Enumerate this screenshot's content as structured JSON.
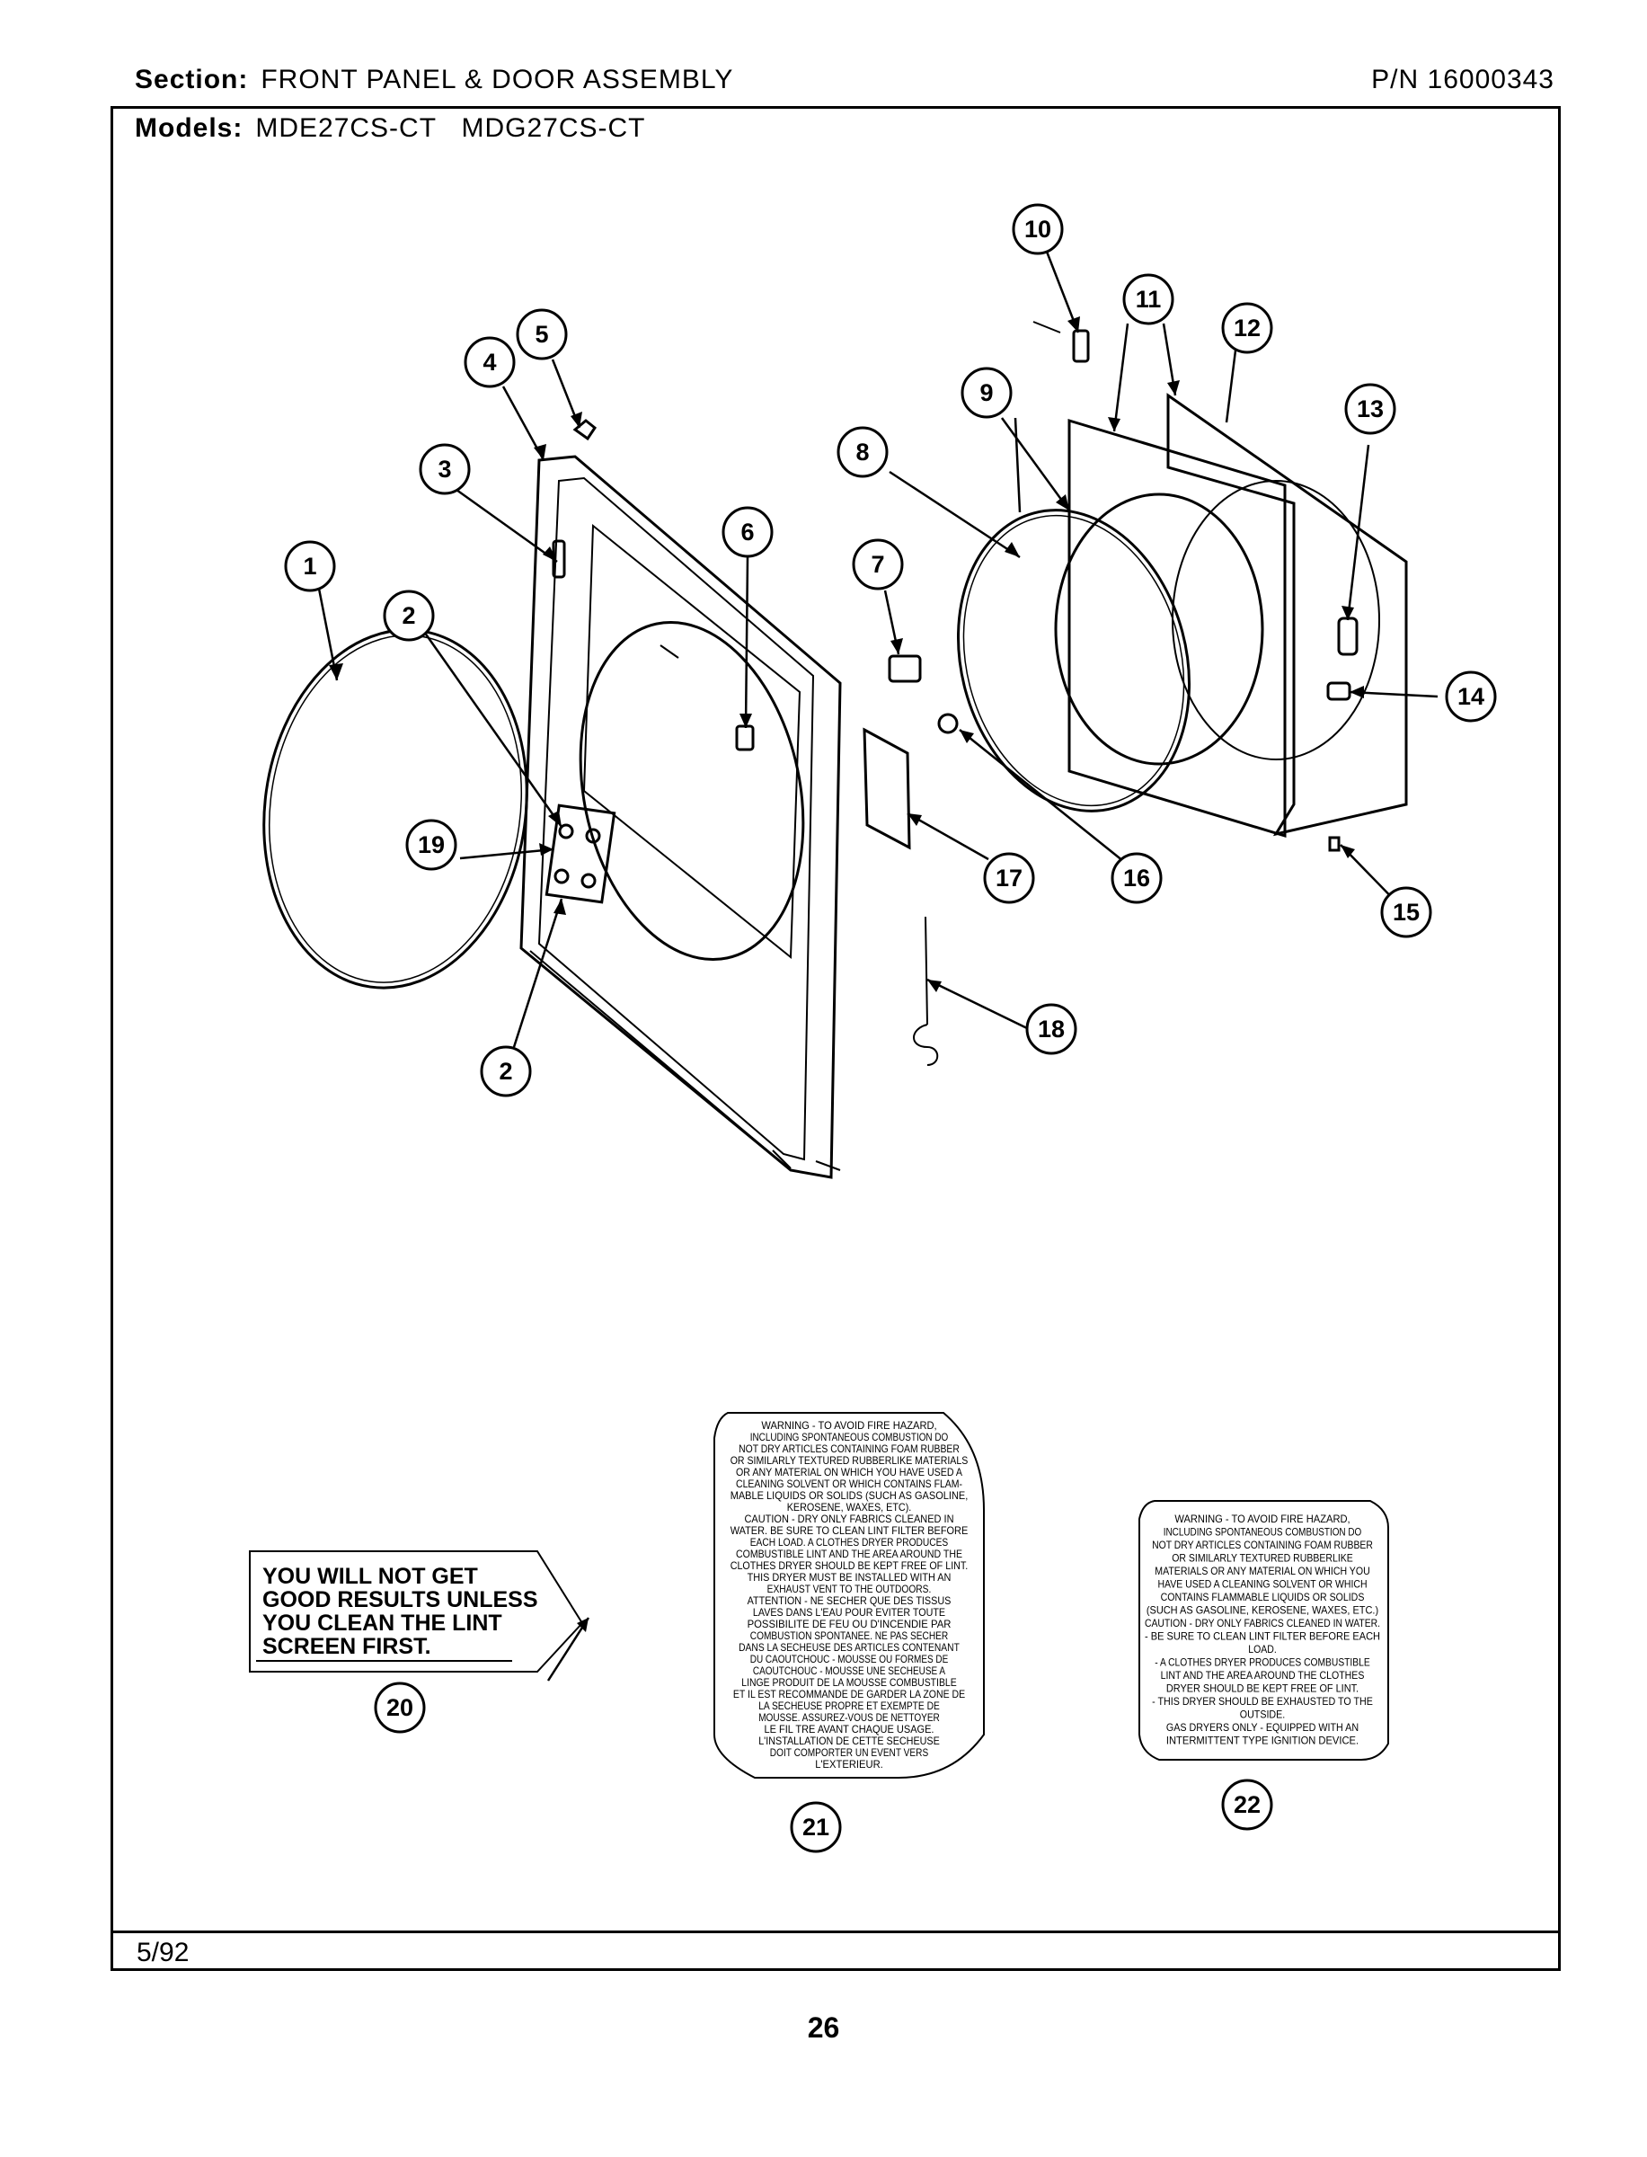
{
  "header": {
    "section_label": "Section:",
    "section_value": "FRONT PANEL & DOOR ASSEMBLY",
    "part_number": "P/N 16000343",
    "models_label": "Models:",
    "models_value": "MDE27CS-CT   MDG27CS-CT"
  },
  "footer": {
    "date": "5/92",
    "page": "26"
  },
  "callouts": [
    "1",
    "2",
    "2",
    "3",
    "4",
    "5",
    "6",
    "7",
    "8",
    "9",
    "10",
    "11",
    "12",
    "13",
    "14",
    "15",
    "16",
    "17",
    "18",
    "19",
    "20",
    "21",
    "22"
  ],
  "label20": {
    "lines": [
      "YOU WILL NOT GET",
      "GOOD RESULTS UNLESS",
      "YOU CLEAN THE LINT",
      "SCREEN FIRST."
    ]
  },
  "label21": {
    "lines": [
      "WARNING - TO AVOID FIRE HAZARD,",
      "INCLUDING SPONTANEOUS COMBUSTION DO",
      "NOT DRY ARTICLES CONTAINING FOAM RUBBER",
      "OR SIMILARLY TEXTURED RUBBERLIKE MATERIALS",
      "OR ANY MATERIAL ON WHICH YOU HAVE USED A",
      "CLEANING SOLVENT OR WHICH CONTAINS FLAM-",
      "MABLE LIQUIDS OR SOLIDS (SUCH AS GASOLINE,",
      "KEROSENE, WAXES, ETC).",
      "CAUTION - DRY ONLY FABRICS CLEANED IN",
      "WATER. BE SURE TO CLEAN LINT FILTER BEFORE",
      "EACH LOAD. A CLOTHES DRYER PRODUCES",
      "COMBUSTIBLE LINT AND THE AREA AROUND THE",
      "CLOTHES DRYER SHOULD BE KEPT FREE OF LINT.",
      "THIS DRYER MUST BE INSTALLED WITH AN",
      "EXHAUST VENT TO THE OUTDOORS.",
      "ATTENTION - NE SECHER QUE DES TISSUS",
      "LAVES DANS L'EAU POUR EVITER TOUTE",
      "POSSIBILITE DE FEU OU D'INCENDIE PAR",
      "COMBUSTION SPONTANEE. NE PAS SECHER",
      "DANS LA SECHEUSE DES ARTICLES CONTENANT",
      "DU CAOUTCHOUC - MOUSSE OU FORMES DE",
      "CAOUTCHOUC - MOUSSE UNE SECHEUSE A",
      "LINGE PRODUIT DE LA MOUSSE COMBUSTIBLE",
      "ET IL EST RECOMMANDE DE GARDER LA ZONE DE",
      "LA SECHEUSE PROPRE ET EXEMPTE DE",
      "MOUSSE. ASSUREZ-VOUS DE NETTOYER",
      "LE FIL TRE AVANT CHAQUE USAGE.",
      "L'INSTALLATION DE CETTE SECHEUSE",
      "DOIT COMPORTER UN EVENT VERS",
      "L'EXTERIEUR."
    ]
  },
  "label22": {
    "lines": [
      "WARNING - TO AVOID FIRE HAZARD,",
      "INCLUDING SPONTANEOUS COMBUSTION DO",
      "NOT DRY ARTICLES CONTAINING FOAM RUBBER",
      "OR SIMILARLY TEXTURED RUBBERLIKE",
      "MATERIALS OR ANY MATERIAL ON WHICH YOU",
      "HAVE USED A CLEANING SOLVENT OR WHICH",
      "CONTAINS FLAMMABLE LIQUIDS OR SOLIDS",
      "(SUCH AS GASOLINE, KEROSENE, WAXES, ETC.)",
      "CAUTION - DRY ONLY FABRICS CLEANED IN WATER.",
      "- BE SURE TO CLEAN LINT FILTER BEFORE EACH",
      "LOAD.",
      "- A CLOTHES DRYER PRODUCES COMBUSTIBLE",
      "LINT AND THE AREA AROUND THE CLOTHES",
      "DRYER SHOULD BE KEPT FREE OF LINT.",
      "- THIS DRYER SHOULD BE EXHAUSTED TO THE",
      "OUTSIDE.",
      "GAS DRYERS ONLY - EQUIPPED WITH AN",
      "INTERMITTENT TYPE IGNITION DEVICE."
    ]
  }
}
